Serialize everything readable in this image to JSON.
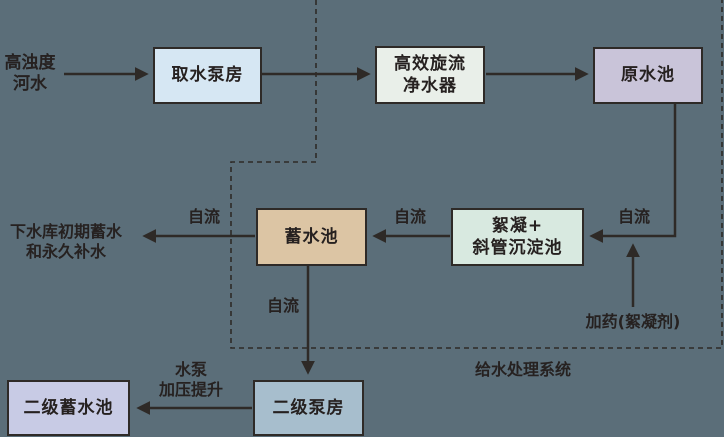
{
  "canvas": {
    "background": "#5b6e79",
    "line_color": "#2e2a27",
    "text_color": "#262120"
  },
  "nodes": {
    "intake_pump": {
      "label": "取水泵房",
      "fill": "#d6e7f3"
    },
    "cyclone_purifier": {
      "label_line1": "高效旋流",
      "label_line2": "净水器",
      "fill": "#e9efe9"
    },
    "raw_water_pool": {
      "label": "原水池",
      "fill": "#c9c4d9"
    },
    "flocculation_tank": {
      "label_line1": "絮凝+",
      "label_line2": "斜管沉淀池",
      "fill": "#d8e9e0"
    },
    "storage_pool": {
      "label": "蓄水池",
      "fill": "#dcc5a4"
    },
    "secondary_pump_house": {
      "label": "二级泵房",
      "fill": "#a7becd"
    },
    "secondary_storage_pool": {
      "label": "二级蓄水池",
      "fill": "#c8cbe5"
    }
  },
  "labels": {
    "source_line1": "高浊度",
    "source_line2": "河水",
    "destination_line1": "下水库初期蓄水",
    "destination_line2": "和永久补水",
    "gravity_flow": "自流",
    "pump_lift_line1": "水泵",
    "pump_lift_line2": "加压提升",
    "dosing": "加药(絮凝剂)",
    "system": "给水处理系统"
  }
}
